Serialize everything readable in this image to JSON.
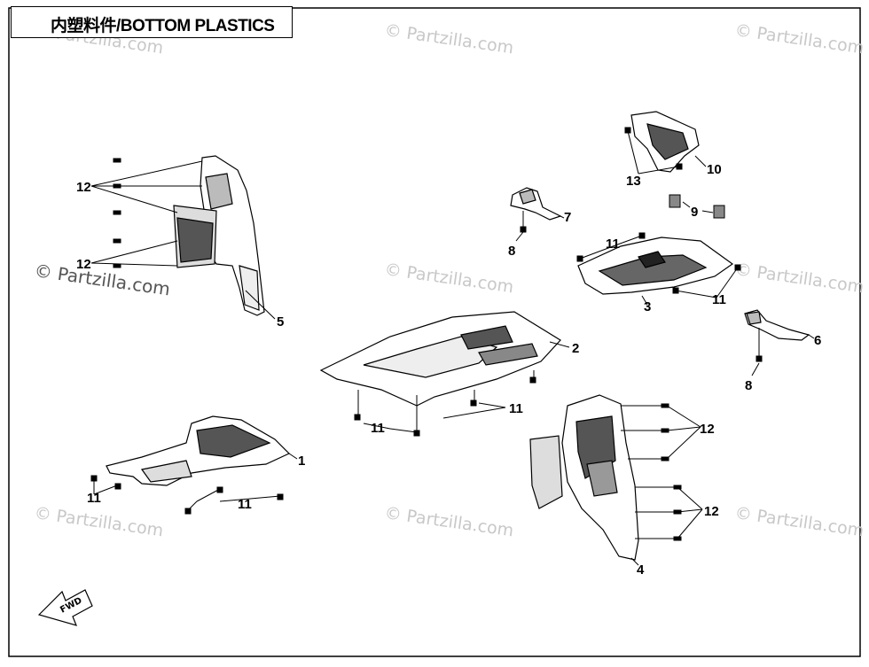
{
  "title": "内塑料件/BOTTOM PLASTICS",
  "watermark": "© Partzilla.com",
  "fwd_label": "FWD",
  "callouts": {
    "c1": "1",
    "c2": "2",
    "c3": "3",
    "c4": "4",
    "c5": "5",
    "c6": "6",
    "c7": "7",
    "c8a": "8",
    "c8b": "8",
    "c9": "9",
    "c10": "10",
    "c11a": "11",
    "c11b": "11",
    "c11c": "11",
    "c11d": "11",
    "c11e": "11",
    "c11f": "11",
    "c12a": "12",
    "c12b": "12",
    "c12c": "12",
    "c12d": "12",
    "c13": "13"
  }
}
